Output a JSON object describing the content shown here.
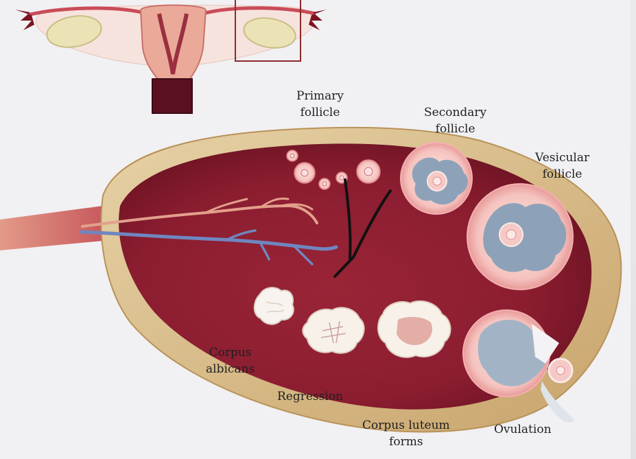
{
  "labels": {
    "primary_follicle": [
      "Primary",
      "follicle"
    ],
    "secondary_follicle": [
      "Secondary",
      "follicle"
    ],
    "vesicular_follicle": [
      "Vesicular",
      "follicle"
    ],
    "corpus_albicans": [
      "Corpus",
      "albicans"
    ],
    "regression": "Regression",
    "corpus_luteum": [
      "Corpus luteum",
      "forms"
    ],
    "ovulation": "Ovulation"
  },
  "colors": {
    "background": "#f1f0f3",
    "capsule": "#dcc493",
    "stroma": "#8e1f32",
    "follicle_pink": "#f6c9c6",
    "antrum_blue": "#8da2b8",
    "vein_blue": "#6f86bf",
    "artery_pink": "#e3a08c",
    "uterus_pink": "#e8a898",
    "cervix_dark": "#5a1020",
    "inset_box": "#8a2a2a",
    "annotation_ink": "#111111"
  }
}
